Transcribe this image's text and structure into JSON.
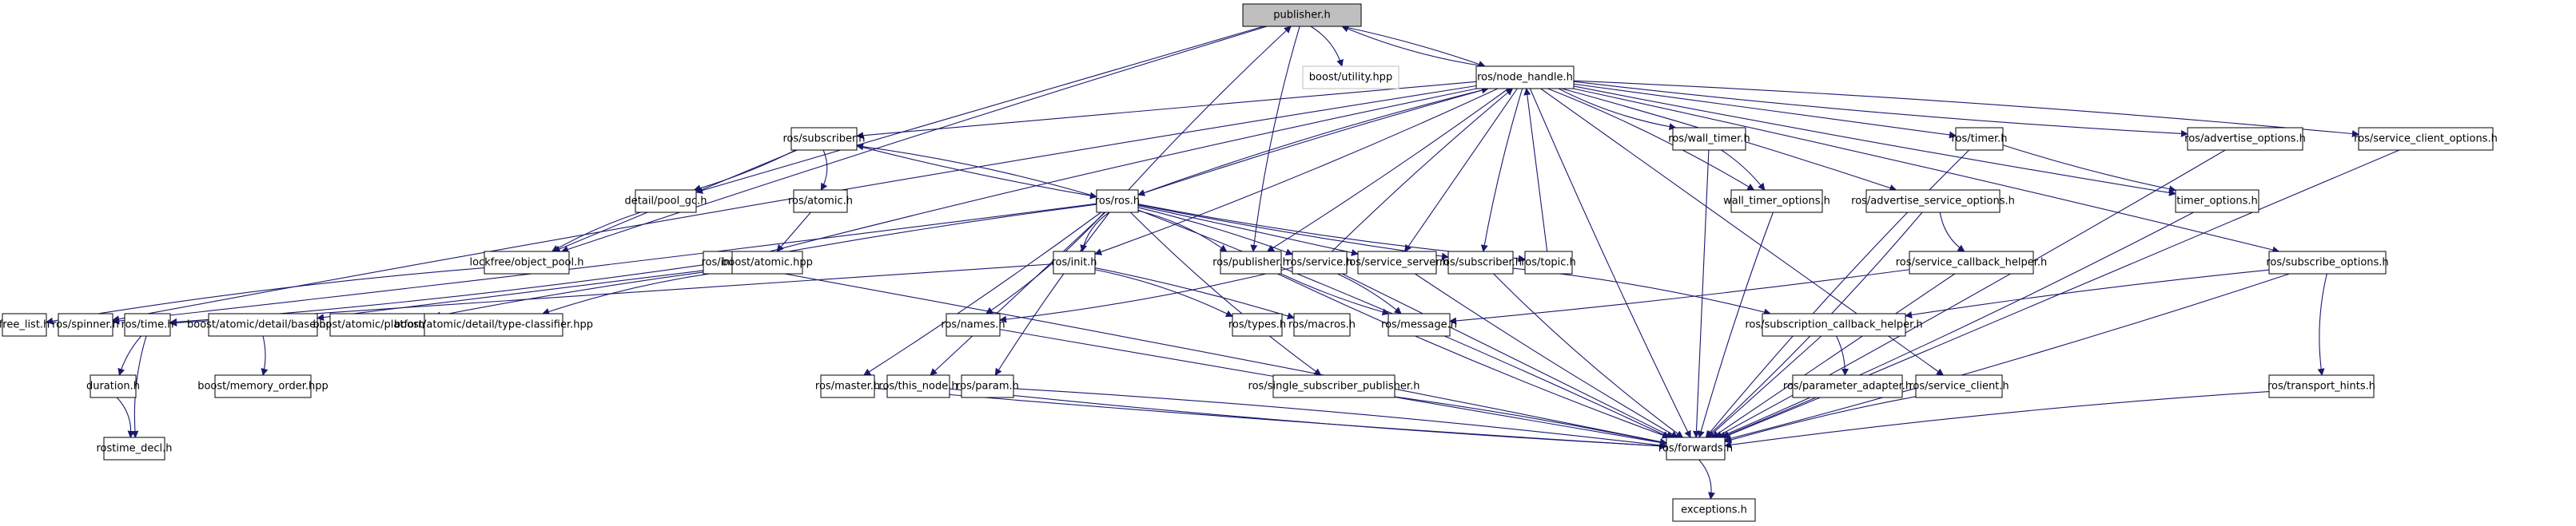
{
  "diagram": {
    "title": "publisher.h include dependency graph",
    "edge_color": "#191970",
    "root_fill": "#bfbfbf",
    "nodes": [
      {
        "id": "publisher",
        "label": "publisher.h",
        "kind": "root"
      },
      {
        "id": "boost_utility",
        "label": "boost/utility.hpp",
        "kind": "external"
      },
      {
        "id": "node_handle",
        "label": "ros/node_handle.h",
        "kind": "normal"
      },
      {
        "id": "subscriber1",
        "label": "ros/subscriber.h",
        "kind": "normal"
      },
      {
        "id": "ros_ros",
        "label": "ros/ros.h",
        "kind": "normal"
      },
      {
        "id": "atomic",
        "label": "ros/atomic.h",
        "kind": "normal"
      },
      {
        "id": "pool_gc",
        "label": "detail/pool_gc.h",
        "kind": "normal"
      },
      {
        "id": "object_pool",
        "label": "lockfree/object_pool.h",
        "kind": "normal"
      },
      {
        "id": "init1",
        "label": "ros/init.h",
        "kind": "normal"
      },
      {
        "id": "boost_atomic",
        "label": "boost/atomic.hpp",
        "kind": "normal"
      },
      {
        "id": "init2",
        "label": "ros/init.h",
        "kind": "normal"
      },
      {
        "id": "publisher2",
        "label": "ros/publisher.h",
        "kind": "normal"
      },
      {
        "id": "service",
        "label": "ros/service.h",
        "kind": "normal"
      },
      {
        "id": "service_server",
        "label": "ros/service_server.h",
        "kind": "normal"
      },
      {
        "id": "subscriber2",
        "label": "ros/subscriber.h",
        "kind": "normal"
      },
      {
        "id": "topic",
        "label": "ros/topic.h",
        "kind": "normal"
      },
      {
        "id": "wall_timer",
        "label": "ros/wall_timer.h",
        "kind": "normal"
      },
      {
        "id": "wall_timer_options",
        "label": "wall_timer_options.h",
        "kind": "normal"
      },
      {
        "id": "adv_service_options",
        "label": "ros/advertise_service_options.h",
        "kind": "normal"
      },
      {
        "id": "timer",
        "label": "ros/timer.h",
        "kind": "normal"
      },
      {
        "id": "timer_options",
        "label": "timer_options.h",
        "kind": "normal"
      },
      {
        "id": "advertise_options",
        "label": "ros/advertise_options.h",
        "kind": "normal"
      },
      {
        "id": "service_client_options",
        "label": "ros/service_client_options.h",
        "kind": "normal"
      },
      {
        "id": "service_callback_helper",
        "label": "ros/service_callback_helper.h",
        "kind": "normal"
      },
      {
        "id": "subscribe_options",
        "label": "ros/subscribe_options.h",
        "kind": "normal"
      },
      {
        "id": "free_list",
        "label": "free_list.h",
        "kind": "normal"
      },
      {
        "id": "spinner",
        "label": "ros/spinner.h",
        "kind": "normal"
      },
      {
        "id": "time",
        "label": "ros/time.h",
        "kind": "normal"
      },
      {
        "id": "atomic_base",
        "label": "boost/atomic/detail/base.hpp",
        "kind": "normal"
      },
      {
        "id": "atomic_platform",
        "label": "boost/atomic/platform.hpp",
        "kind": "normal"
      },
      {
        "id": "type_classifier",
        "label": "boost/atomic/detail/type-classifier.hpp",
        "kind": "normal"
      },
      {
        "id": "types",
        "label": "ros/types.h",
        "kind": "normal"
      },
      {
        "id": "macros",
        "label": "ros/macros.h",
        "kind": "normal"
      },
      {
        "id": "message",
        "label": "ros/message.h",
        "kind": "normal"
      },
      {
        "id": "names",
        "label": "ros/names.h",
        "kind": "normal"
      },
      {
        "id": "sub_cb_helper",
        "label": "ros/subscription_callback_helper.h",
        "kind": "normal"
      },
      {
        "id": "duration",
        "label": "duration.h",
        "kind": "normal"
      },
      {
        "id": "memory_order",
        "label": "boost/memory_order.hpp",
        "kind": "normal"
      },
      {
        "id": "master",
        "label": "ros/master.h",
        "kind": "normal"
      },
      {
        "id": "this_node",
        "label": "ros/this_node.h",
        "kind": "normal"
      },
      {
        "id": "param",
        "label": "ros/param.h",
        "kind": "normal"
      },
      {
        "id": "single_sub_pub",
        "label": "ros/single_subscriber_publisher.h",
        "kind": "normal"
      },
      {
        "id": "parameter_adapter",
        "label": "ros/parameter_adapter.h",
        "kind": "normal"
      },
      {
        "id": "service_client",
        "label": "ros/service_client.h",
        "kind": "normal"
      },
      {
        "id": "transport_hints",
        "label": "ros/transport_hints.h",
        "kind": "normal"
      },
      {
        "id": "rostime_decl",
        "label": "rostime_decl.h",
        "kind": "normal"
      },
      {
        "id": "forwards",
        "label": "ros/forwards.h",
        "kind": "normal"
      },
      {
        "id": "exceptions",
        "label": "exceptions.h",
        "kind": "normal"
      }
    ],
    "edges": [
      [
        "publisher",
        "boost_utility"
      ],
      [
        "publisher",
        "node_handle"
      ],
      [
        "publisher",
        "pool_gc"
      ],
      [
        "publisher",
        "object_pool"
      ],
      [
        "publisher",
        "publisher2"
      ],
      [
        "node_handle",
        "publisher"
      ],
      [
        "ros_ros",
        "publisher"
      ],
      [
        "node_handle",
        "subscriber1"
      ],
      [
        "node_handle",
        "ros_ros"
      ],
      [
        "node_handle",
        "init1"
      ],
      [
        "node_handle",
        "init2"
      ],
      [
        "node_handle",
        "publisher2"
      ],
      [
        "node_handle",
        "service_server"
      ],
      [
        "node_handle",
        "subscriber2"
      ],
      [
        "node_handle",
        "wall_timer"
      ],
      [
        "node_handle",
        "wall_timer_options"
      ],
      [
        "node_handle",
        "adv_service_options"
      ],
      [
        "node_handle",
        "timer"
      ],
      [
        "node_handle",
        "timer_options"
      ],
      [
        "node_handle",
        "advertise_options"
      ],
      [
        "node_handle",
        "service_client_options"
      ],
      [
        "node_handle",
        "subscribe_options"
      ],
      [
        "node_handle",
        "service_client"
      ],
      [
        "node_handle",
        "forwards"
      ],
      [
        "node_handle",
        "spinner"
      ],
      [
        "subscriber1",
        "atomic"
      ],
      [
        "subscriber1",
        "pool_gc"
      ],
      [
        "subscriber1",
        "object_pool"
      ],
      [
        "subscriber1",
        "ros_ros"
      ],
      [
        "ros_ros",
        "subscriber1"
      ],
      [
        "ros_ros",
        "node_handle"
      ],
      [
        "service",
        "node_handle"
      ],
      [
        "topic",
        "node_handle"
      ],
      [
        "ros_ros",
        "init1"
      ],
      [
        "ros_ros",
        "init2"
      ],
      [
        "ros_ros",
        "publisher2"
      ],
      [
        "ros_ros",
        "service"
      ],
      [
        "ros_ros",
        "service_server"
      ],
      [
        "ros_ros",
        "subscriber2"
      ],
      [
        "ros_ros",
        "topic"
      ],
      [
        "ros_ros",
        "names"
      ],
      [
        "ros_ros",
        "master"
      ],
      [
        "ros_ros",
        "this_node"
      ],
      [
        "ros_ros",
        "param"
      ],
      [
        "ros_ros",
        "single_sub_pub"
      ],
      [
        "ros_ros",
        "forwards"
      ],
      [
        "ros_ros",
        "spinner"
      ],
      [
        "atomic",
        "boost_atomic"
      ],
      [
        "pool_gc",
        "object_pool"
      ],
      [
        "object_pool",
        "free_list"
      ],
      [
        "init1",
        "time"
      ],
      [
        "init1",
        "forwards"
      ],
      [
        "boost_atomic",
        "atomic_base"
      ],
      [
        "boost_atomic",
        "atomic_platform"
      ],
      [
        "boost_atomic",
        "type_classifier"
      ],
      [
        "init2",
        "types"
      ],
      [
        "init2",
        "macros"
      ],
      [
        "init2",
        "time"
      ],
      [
        "publisher2",
        "message"
      ],
      [
        "publisher2",
        "forwards"
      ],
      [
        "service",
        "names"
      ],
      [
        "service",
        "message"
      ],
      [
        "service",
        "forwards"
      ],
      [
        "service_server",
        "forwards"
      ],
      [
        "subscriber2",
        "forwards"
      ],
      [
        "subscriber2",
        "sub_cb_helper"
      ],
      [
        "wall_timer",
        "wall_timer_options"
      ],
      [
        "wall_timer",
        "forwards"
      ],
      [
        "wall_timer_options",
        "forwards"
      ],
      [
        "adv_service_options",
        "service_callback_helper"
      ],
      [
        "adv_service_options",
        "forwards"
      ],
      [
        "service_callback_helper",
        "message"
      ],
      [
        "service_callback_helper",
        "forwards"
      ],
      [
        "timer",
        "timer_options"
      ],
      [
        "timer",
        "forwards"
      ],
      [
        "timer_options",
        "forwards"
      ],
      [
        "advertise_options",
        "forwards"
      ],
      [
        "service_client_options",
        "forwards"
      ],
      [
        "subscribe_options",
        "sub_cb_helper"
      ],
      [
        "subscribe_options",
        "transport_hints"
      ],
      [
        "subscribe_options",
        "forwards"
      ],
      [
        "sub_cb_helper",
        "parameter_adapter"
      ],
      [
        "sub_cb_helper",
        "forwards"
      ],
      [
        "time",
        "duration"
      ],
      [
        "time",
        "rostime_decl"
      ],
      [
        "duration",
        "rostime_decl"
      ],
      [
        "atomic_base",
        "memory_order"
      ],
      [
        "names",
        "forwards"
      ],
      [
        "master",
        "forwards"
      ],
      [
        "this_node",
        "forwards"
      ],
      [
        "param",
        "forwards"
      ],
      [
        "single_sub_pub",
        "forwards"
      ],
      [
        "parameter_adapter",
        "forwards"
      ],
      [
        "service_client",
        "forwards"
      ],
      [
        "transport_hints",
        "forwards"
      ],
      [
        "forwards",
        "exceptions"
      ]
    ]
  }
}
